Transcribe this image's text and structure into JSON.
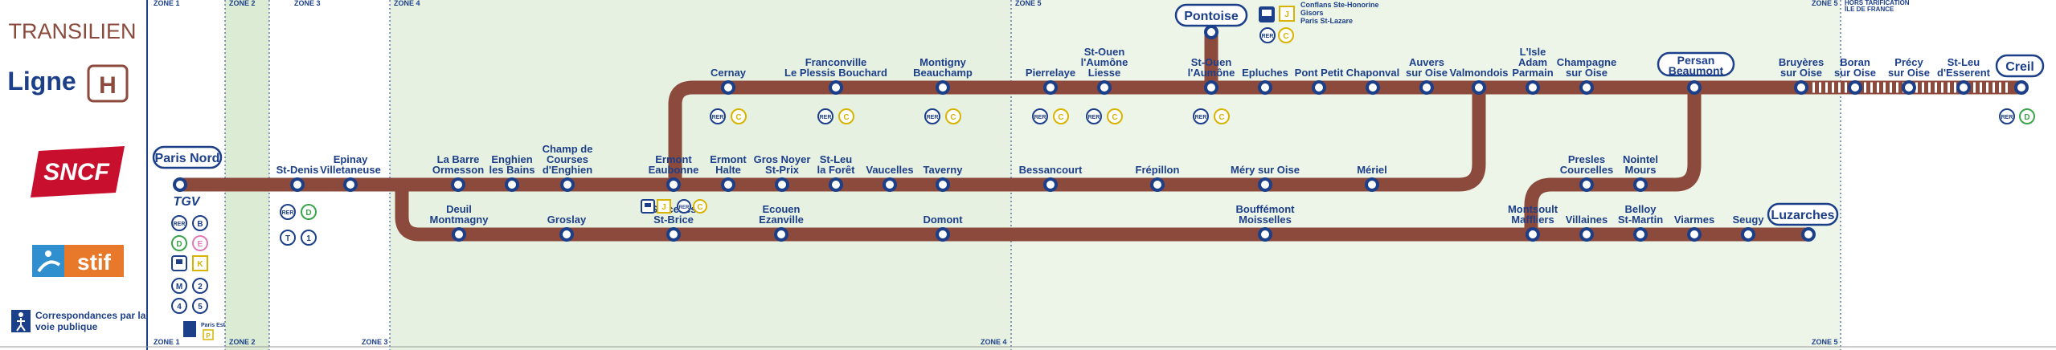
{
  "header": {
    "network": "TRANSILIEN",
    "line_word": "Ligne",
    "line_letter": "H",
    "line_color": "#8b4a3c",
    "operator_logo": "SNCF",
    "authority_logo": "stif",
    "accessibility_legend": "Correspondances par la voie publique"
  },
  "zones": {
    "z1": "ZONE 1",
    "z2": "ZONE 2",
    "z3": "ZONE 3",
    "z4": "ZONE 4",
    "z5": "ZONE 5",
    "outside_1": "HORS TARIFICATION",
    "outside_2": "ÎLE DE FRANCE"
  },
  "terminals": {
    "paris_nord": "Paris Nord",
    "pontoise": "Pontoise",
    "persan_1": "Persan",
    "persan_2": "Beaumont",
    "creil": "Creil",
    "luzarches": "Luzarches"
  },
  "pontoise_destinations": [
    "Conflans Ste-Honorine",
    "Gisors",
    "Paris St-Lazare"
  ],
  "connections": {
    "rer": "RER",
    "c": "C",
    "d": "D",
    "e": "E",
    "b": "B",
    "j": "J",
    "k": "K",
    "m": "M",
    "t": "T",
    "one": "1",
    "two": "2",
    "four": "4",
    "five": "5",
    "tgv": "TGV",
    "parking": "P",
    "parking_label": "Paris Est"
  },
  "stations": {
    "main": [
      {
        "l1": "St-Denis",
        "l2": ""
      },
      {
        "l1": "Epinay",
        "l2": "Villetaneuse"
      },
      {
        "l1": "La Barre",
        "l2": "Ormesson"
      },
      {
        "l1": "Enghien",
        "l2": "les Bains"
      },
      {
        "l1": "Champ de",
        "l2": "Courses",
        "l3": "d'Enghien"
      },
      {
        "l1": "Ermont",
        "l2": "Eaubonne"
      },
      {
        "l1": "Ermont",
        "l2": "Halte"
      },
      {
        "l1": "Gros Noyer",
        "l2": "St-Prix"
      },
      {
        "l1": "St-Leu",
        "l2": "la Forêt"
      },
      {
        "l1": "Vaucelles",
        "l2": ""
      },
      {
        "l1": "Taverny",
        "l2": ""
      },
      {
        "l1": "Bessancourt",
        "l2": ""
      },
      {
        "l1": "Frépillon",
        "l2": ""
      },
      {
        "l1": "Méry sur Oise",
        "l2": ""
      },
      {
        "l1": "Mériel",
        "l2": ""
      }
    ],
    "top": [
      {
        "l1": "Cernay",
        "l2": ""
      },
      {
        "l1": "Franconville",
        "l2": "Le Plessis Bouchard"
      },
      {
        "l1": "Montigny",
        "l2": "Beauchamp"
      },
      {
        "l1": "Pierrelaye",
        "l2": ""
      },
      {
        "l1": "St-Ouen",
        "l2": "l'Aumône",
        "l3": "Liesse"
      },
      {
        "l1": "St-Ouen",
        "l2": "l'Aumône"
      },
      {
        "l1": "Epluches",
        "l2": ""
      },
      {
        "l1": "Pont Petit",
        "l2": ""
      },
      {
        "l1": "Chaponval",
        "l2": ""
      },
      {
        "l1": "Auvers",
        "l2": "sur Oise"
      },
      {
        "l1": "Valmondois",
        "l2": ""
      },
      {
        "l1": "L'Isle",
        "l2": "Adam",
        "l3": "Parmain"
      },
      {
        "l1": "Champagne",
        "l2": "sur Oise"
      },
      {
        "l1": "Bruyères",
        "l2": "sur Oise"
      },
      {
        "l1": "Boran",
        "l2": "sur Oise"
      },
      {
        "l1": "Précy",
        "l2": "sur Oise"
      },
      {
        "l1": "St-Leu",
        "l2": "d'Esserent"
      }
    ],
    "bottom": [
      {
        "l1": "Deuil",
        "l2": "Montmagny"
      },
      {
        "l1": "Groslay",
        "l2": ""
      },
      {
        "l1": "Sarcelles",
        "l2": "St-Brice"
      },
      {
        "l1": "Ecouen",
        "l2": "Ezanville"
      },
      {
        "l1": "Domont",
        "l2": ""
      },
      {
        "l1": "Bouffémont",
        "l2": "Moisselles"
      },
      {
        "l1": "Montsoult",
        "l2": "Maffliers"
      },
      {
        "l1": "Villaines",
        "l2": ""
      },
      {
        "l1": "Belloy",
        "l2": "St-Martin"
      },
      {
        "l1": "Viarmes",
        "l2": ""
      },
      {
        "l1": "Seugy",
        "l2": ""
      }
    ],
    "branch": [
      {
        "l1": "Presles",
        "l2": "Courcelles"
      },
      {
        "l1": "Nointel",
        "l2": "Mours"
      }
    ]
  },
  "colors": {
    "line": "#8b4a3c",
    "text": "#1c3f8a",
    "zone_green": "#e7f1e1",
    "zone_green_dark": "#dcebd4",
    "rer_yellow": "#d8b400",
    "rer_green": "#3aa54a",
    "rer_pink": "#e07ab8",
    "sncf_red": "#c8102e",
    "stif_orange": "#e8792a",
    "stif_blue": "#2f8fcf"
  }
}
